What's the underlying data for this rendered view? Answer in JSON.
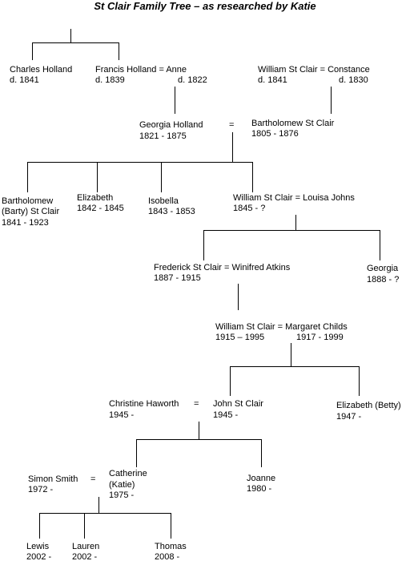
{
  "title": "St Clair Family Tree – as researched by Katie",
  "people": {
    "charles_holland": {
      "l1": "Charles Holland",
      "l2": "d. 1841"
    },
    "francis_holland": {
      "l1": "Francis Holland = Anne",
      "l2": "d. 1839",
      "l2b": "d. 1822"
    },
    "william_st_clair_sr": {
      "l1": "William St Clair = Constance",
      "l2": "d. 1841",
      "l2b": "d. 1830"
    },
    "georgia_holland": {
      "l1": "Georgia Holland",
      "eq": "=",
      "l2": "1821 - 1875"
    },
    "bartholomew_sr": {
      "l1": "Bartholomew St Clair",
      "l2": "1805 - 1876"
    },
    "bartholomew_barty": {
      "l1": "Bartholomew",
      "l2": "(Barty) St Clair",
      "l3": "1841 - 1923"
    },
    "elizabeth_1842": {
      "l1": "Elizabeth",
      "l2": "1842 - 1845"
    },
    "isobella": {
      "l1": "Isobella",
      "l2": "1843 - 1853"
    },
    "william_louisa": {
      "l1": "William St Clair = Louisa Johns",
      "l2": "1845 - ?"
    },
    "frederick": {
      "l1": "Frederick St Clair = Winifred Atkins",
      "l2": "1887 - 1915"
    },
    "georgia_1888": {
      "l1": "Georgia",
      "l2": "1888 - ?"
    },
    "william_margaret": {
      "l1": "William St Clair = Margaret Childs",
      "l2": "1915 – 1995",
      "l2b": "1917 - 1999"
    },
    "christine": {
      "l1": "Christine Haworth",
      "eq": "=",
      "l2": "1945 -"
    },
    "john": {
      "l1": "John St Clair",
      "l2": "1945 -"
    },
    "elizabeth_betty": {
      "l1": "Elizabeth (Betty)",
      "l2": "1947 -"
    },
    "simon": {
      "l1": "Simon Smith",
      "eq": "=",
      "l2": "1972 -"
    },
    "catherine": {
      "l1": "Catherine",
      "l2": "(Katie)",
      "l3": "1975 -"
    },
    "joanne": {
      "l1": "Joanne",
      "l2": "1980 -"
    },
    "lewis": {
      "l1": "Lewis",
      "l2": "2002 -"
    },
    "lauren": {
      "l1": "Lauren",
      "l2": "2002 -"
    },
    "thomas": {
      "l1": "Thomas",
      "l2": "2008 -"
    }
  },
  "colors": {
    "line": "#000000",
    "text": "#000000",
    "background": "#ffffff"
  }
}
